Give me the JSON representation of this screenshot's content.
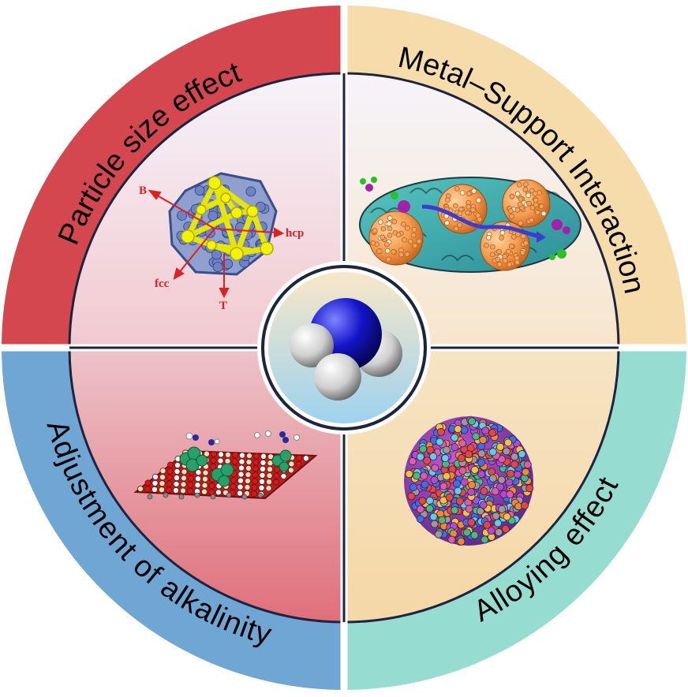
{
  "sectors": {
    "top_left": {
      "label": "Particle size effect",
      "ring_color": "#d5474f"
    },
    "top_right": {
      "label": "Metal–Support Interaction",
      "ring_color": "#f6dcaa"
    },
    "bottom_left": {
      "label": "Adjustment of alkalinity",
      "ring_color": "#6fa6d4"
    },
    "bottom_right": {
      "label": "Alloying effect",
      "ring_color": "#96dcd1"
    }
  },
  "crystal_axes": {
    "b": "B",
    "hcp": "hcp",
    "fcc": "fcc",
    "t": "T"
  },
  "center": {
    "molecule_icon": "ammonia-molecule-icon"
  }
}
